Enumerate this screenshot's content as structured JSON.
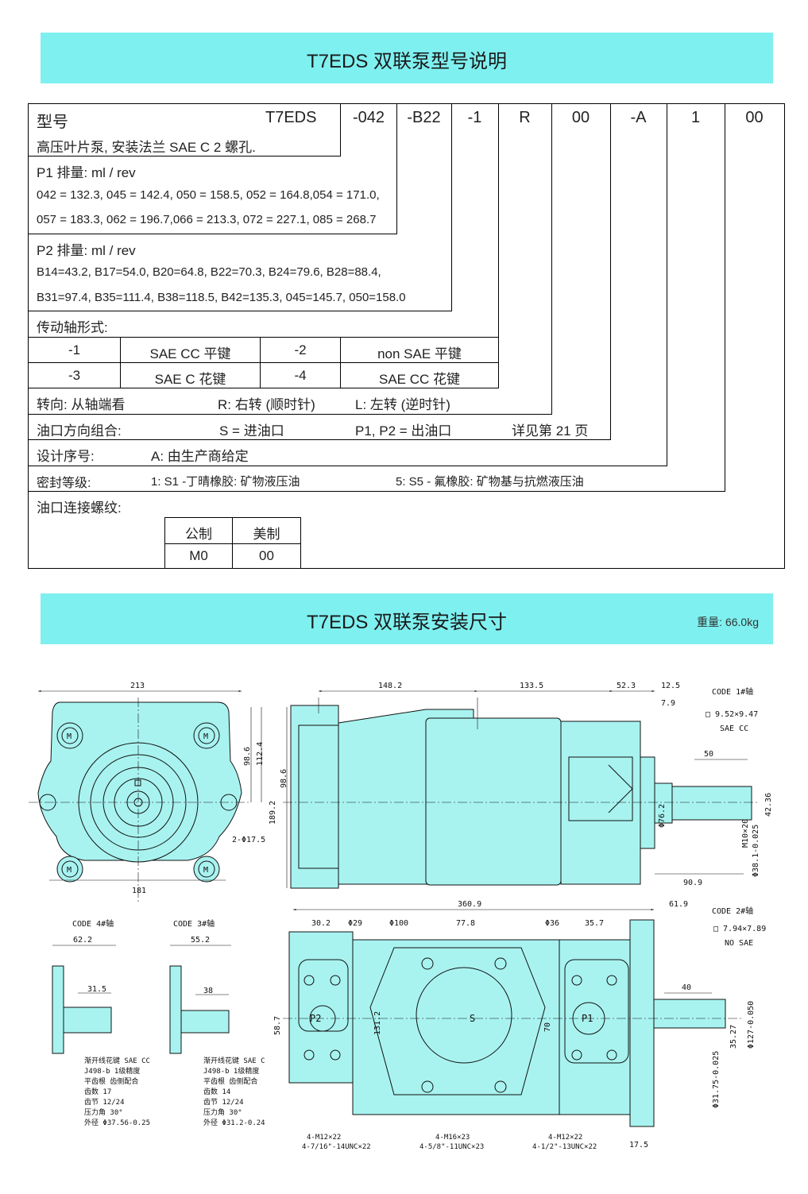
{
  "banner1": {
    "title": "T7EDS 双联泵型号说明"
  },
  "model": {
    "row": {
      "label": "型号",
      "cells": [
        "T7EDS",
        "-042",
        "-B22",
        "-1",
        "R",
        "00",
        "-A",
        "1",
        "00"
      ]
    },
    "desc": "高压叶片泵,  安装法兰 SAE C     2 螺孔.",
    "p1": {
      "title": "P1 排量: ml / rev",
      "line1": "042 = 132.3, 045 = 142.4, 050 = 158.5, 052 = 164.8,054 = 171.0,",
      "line2": "057 = 183.3, 062 = 196.7,066 = 213.3, 072 = 227.1, 085 = 268.7"
    },
    "p2": {
      "title": "P2 排量: ml / rev",
      "line1": "B14=43.2,   B17=54.0,    B20=64.8, B22=70.3, B24=79.6,    B28=88.4,",
      "line2": "B31=97.4, B35=111.4, B38=118.5, B42=135.3, 045=145.7, 050=158.0"
    },
    "shaft": {
      "title": "传动轴形式:",
      "rows": [
        [
          "-1",
          "SAE CC  平键",
          "-2",
          "non SAE  平键"
        ],
        [
          "-3",
          "SAE C  花键",
          "-4",
          "SAE CC  花键"
        ]
      ]
    },
    "rotation": {
      "label": "转向: 从轴端看",
      "r": "R:  右转 (顺时针)",
      "l": "L:  左转 (逆时针)"
    },
    "ports": {
      "label": "油口方向组合:",
      "s": "S = 进油口",
      "p": "P1, P2 = 出油口",
      "see": "详见第 21 页"
    },
    "design": {
      "label": "设计序号:",
      "value": "A: 由生产商给定"
    },
    "seal": {
      "label": "密封等级:",
      "v1": "1: S1 -丁晴橡胶: 矿物液压油",
      "v5": "5: S5 -  氟橡胶: 矿物基与抗燃液压油"
    },
    "thread": {
      "label": "油口连接螺纹:",
      "headers": [
        "公制",
        "美制"
      ],
      "values": [
        "M0",
        "00"
      ]
    }
  },
  "banner2": {
    "title": "T7EDS 双联泵安装尺寸",
    "weight": "重量: 66.0kg"
  },
  "drawing": {
    "front": {
      "d213": "213",
      "d181": "181",
      "d98_6": "98.6",
      "d112_4": "112.4",
      "d189_2": "189.2",
      "holes": "2-Φ17.5",
      "m": "M"
    },
    "side": {
      "d148_2": "148.2",
      "d133_5": "133.5",
      "d52_3": "52.3",
      "d12_5": "12.5",
      "d7_9": "7.9",
      "d98_6": "98.6",
      "d76_2": "Φ76.2",
      "d90_9": "90.9"
    },
    "code1": {
      "title": "CODE 1#轴",
      "key": "□ 9.52×9.47",
      "sae": "SAE CC",
      "d50": "50",
      "d42_36": "42.36",
      "thread": "M10×20",
      "dia": "Φ38.1-0.025"
    },
    "code2": {
      "title": "CODE 2#轴",
      "key": "□ 7.94×7.89",
      "sae": "NO SAE",
      "d40": "40",
      "d61_9": "61.9",
      "d35_27": "35.27",
      "dia": "Φ31.75-0.025",
      "flange": "Φ127-0.050"
    },
    "code4": {
      "title": "CODE 4#轴",
      "d62_2": "62.2",
      "d31_5": "31.5",
      "spec": [
        "渐开线花键 SAE CC",
        "J498-b  1级精度",
        "平齿根 齿侧配合",
        "齿数    17",
        "齿节    12/24",
        "压力角  30°",
        "外径    Φ37.56-0.25"
      ]
    },
    "code3": {
      "title": "CODE 3#轴",
      "d55_2": "55.2",
      "d38": "38",
      "spec": [
        "渐开线花键 SAE C",
        "J498-b  1级精度",
        "平齿根 齿侧配合",
        "齿数    14",
        "齿节    12/24",
        "压力角  30°",
        "外径    Φ31.2-0.24"
      ]
    },
    "bottom": {
      "d360_9": "360.9",
      "d30_2": "30.2",
      "d29": "Φ29",
      "d100": "Φ100",
      "d77_8": "77.8",
      "d36": "Φ36",
      "d35_7": "35.7",
      "d58_7": "58.7",
      "d131_2": "131.2",
      "d70": "70",
      "d17_5": "17.5",
      "p2": "P2",
      "s": "S",
      "p1": "P1",
      "t1a": "4-M12×22",
      "t1b": "4-7/16\"-14UNC×22",
      "t2a": "4-M16×23",
      "t2b": "4-5/8\"-11UNC×23",
      "t3a": "4-M12×22",
      "t3b": "4-1/2\"-13UNC×22"
    }
  }
}
